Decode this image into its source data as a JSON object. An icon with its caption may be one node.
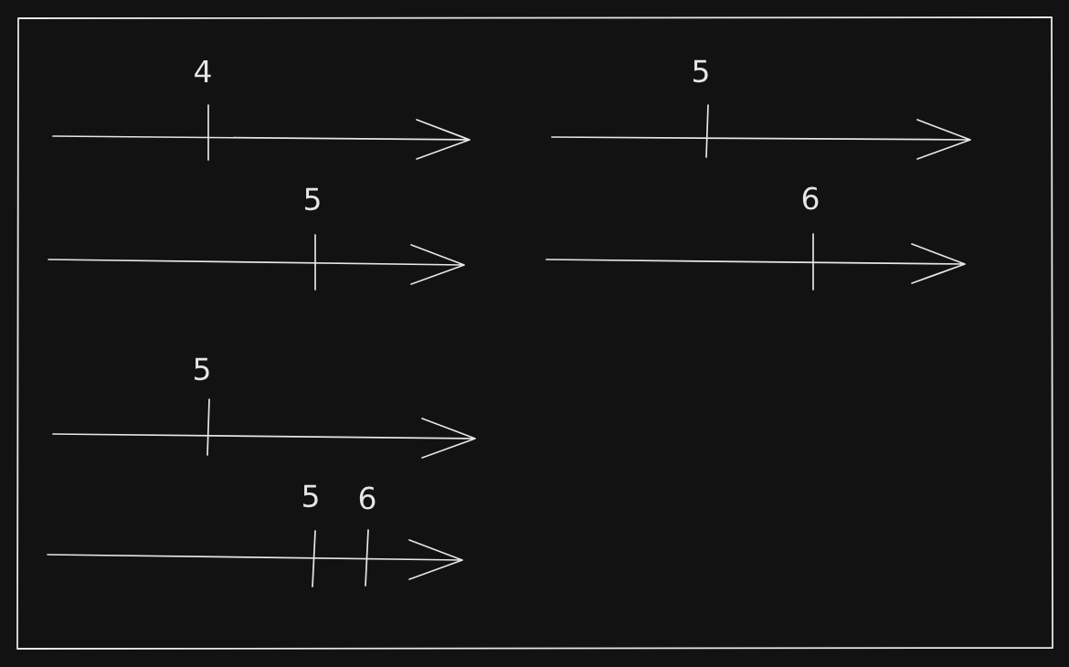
{
  "diagram": {
    "labels": [
      "4",
      "5",
      "5",
      "6",
      "5",
      "5",
      "6"
    ]
  }
}
